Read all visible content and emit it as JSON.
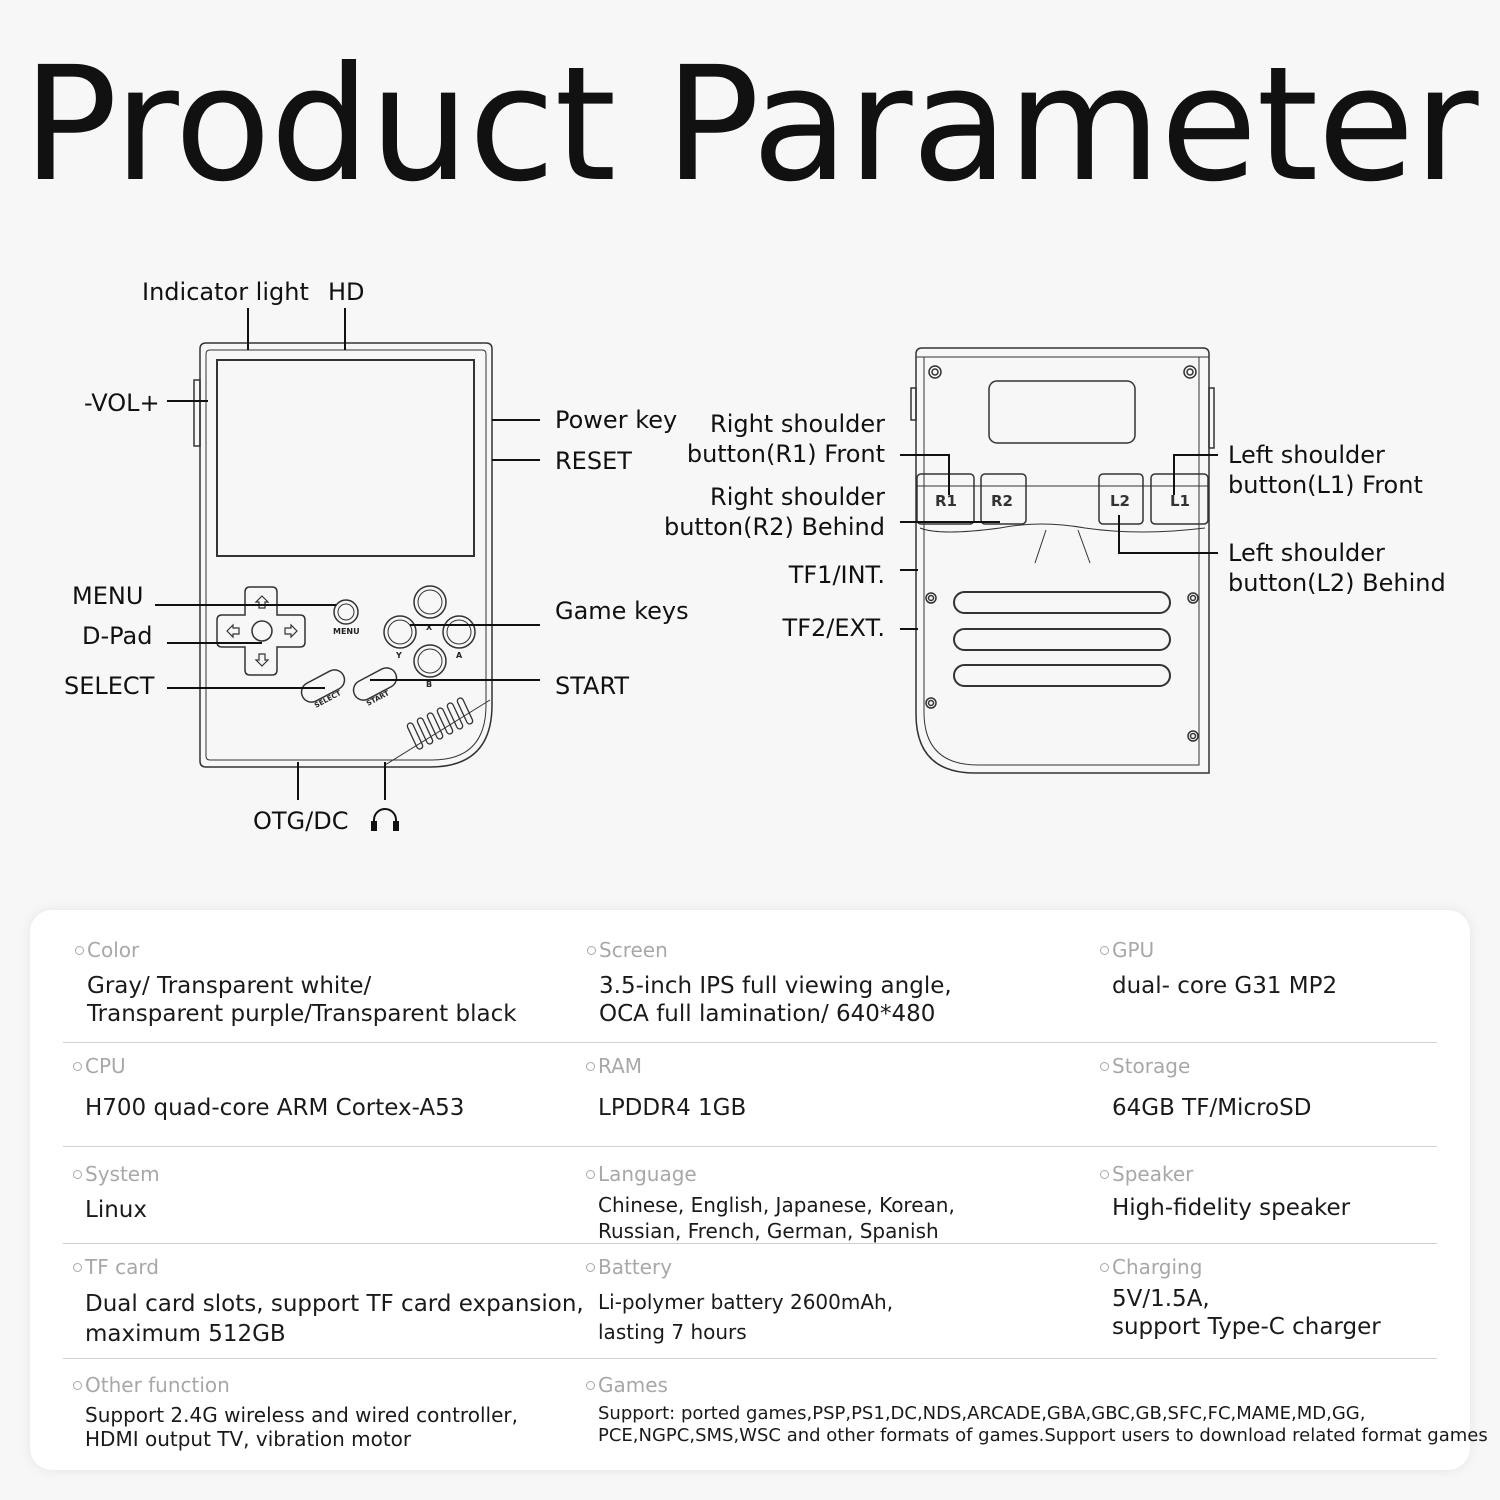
{
  "title": "Product Parameter",
  "front": {
    "indicator_light": "Indicator light",
    "hd": "HD",
    "vol": "-VOL+",
    "power_key": "Power key",
    "reset": "RESET",
    "menu": "MENU",
    "dpad": "D-Pad",
    "select": "SELECT",
    "game_keys": "Game keys",
    "start": "START",
    "otg_dc": "OTG/DC",
    "headphone_icon": "headphone-icon",
    "device_text": {
      "menu": "MENU",
      "x": "X",
      "y": "Y",
      "a": "A",
      "b": "B",
      "select": "SELECT",
      "start": "START"
    }
  },
  "back": {
    "r1_front": "Right shoulder\nbutton(R1) Front",
    "r2_behind": "Right shoulder\nbutton(R2) Behind",
    "tf1": "TF1/INT.",
    "tf2": "TF2/EXT.",
    "l1_front": "Left shoulder\nbutton(L1) Front",
    "l2_behind": "Left shoulder\nbutton(L2) Behind",
    "device_text": {
      "r1": "R1",
      "r2": "R2",
      "l2": "L2",
      "l1": "L1"
    }
  },
  "specs": [
    {
      "key": "Color",
      "value": "Gray/ Transparent white/\nTransparent purple/Transparent black"
    },
    {
      "key": "Screen",
      "value": "3.5-inch IPS full viewing angle,\nOCA full lamination/ 640*480"
    },
    {
      "key": "GPU",
      "value": "dual- core G31 MP2"
    },
    {
      "key": "CPU",
      "value": "H700 quad-core ARM Cortex-A53"
    },
    {
      "key": "RAM",
      "value": "LPDDR4  1GB"
    },
    {
      "key": "Storage",
      "value": "64GB TF/MicroSD"
    },
    {
      "key": "System",
      "value": "Linux"
    },
    {
      "key": "Language",
      "value": "Chinese, English, Japanese, Korean,\nRussian, French, German, Spanish"
    },
    {
      "key": "Speaker",
      "value": "High-fidelity speaker"
    },
    {
      "key": "TF card",
      "value": "Dual card slots, support TF card expansion,\nmaximum 512GB"
    },
    {
      "key": "Battery",
      "value": "Li-polymer battery 2600mAh,\nlasting 7 hours"
    },
    {
      "key": "Charging",
      "value": "5V/1.5A,\nsupport Type-C charger"
    },
    {
      "key": "Other function",
      "value": "Support 2.4G wireless and wired controller,\nHDMI output TV, vibration motor"
    },
    {
      "key": "Games",
      "value": "Support: ported games,PSP,PS1,DC,NDS,ARCADE,GBA,GBC,GB,SFC,FC,MAME,MD,GG,\nPCE,NGPC,SMS,WSC and other formats of games.Support users to download related format games"
    }
  ]
}
